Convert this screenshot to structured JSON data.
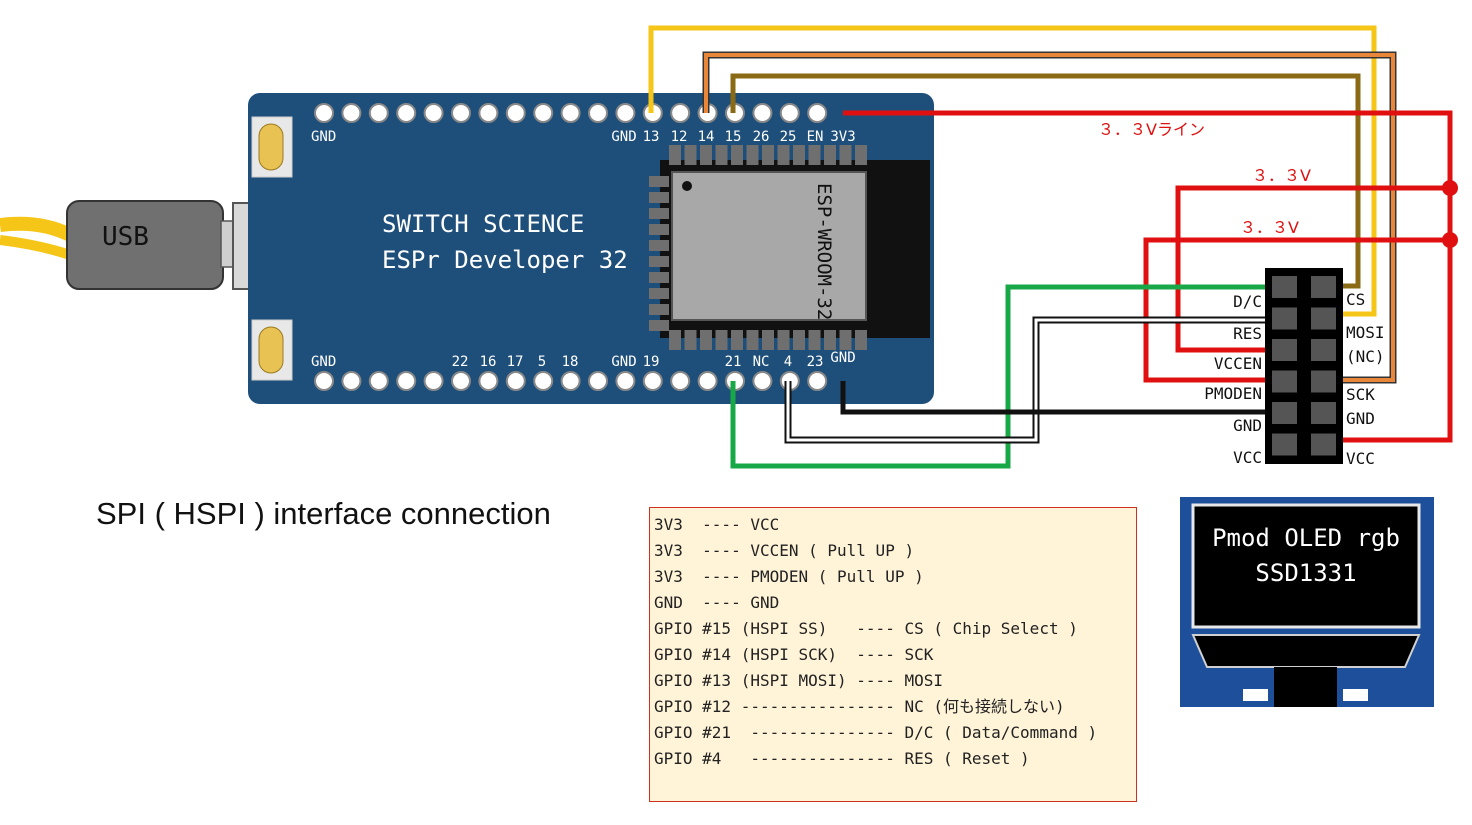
{
  "usb": {
    "label": "USB"
  },
  "board": {
    "brand_line1": "SWITCH SCIENCE",
    "brand_line2": "ESPr Developer 32",
    "module_label": "ESP-WROOM-32",
    "color": "#1e4f7a",
    "top_left_gnd": "GND",
    "bottom_left_gnd": "GND",
    "top_pins": [
      "GND",
      "13",
      "12",
      "14",
      "15",
      "26",
      "25",
      "EN",
      "3V3"
    ],
    "bottom_pins": [
      "22",
      "16",
      "17",
      "5",
      "18",
      "GND",
      "19",
      "21",
      "NC",
      "4",
      "23",
      "GND"
    ]
  },
  "pmod": {
    "left_labels": [
      "D/C",
      "RES",
      "VCCEN",
      "PMODEN",
      "GND",
      "VCC"
    ],
    "right_labels": [
      "CS",
      "MOSI",
      "(NC)",
      "SCK",
      "GND",
      "VCC"
    ]
  },
  "wire_notes": {
    "line_3v3": "３．３Vライン",
    "vccen_3v3": "３．３V",
    "pmoden_3v3": "３．３V"
  },
  "wire_colors": {
    "gpio13": "#f5c518",
    "gpio14": "#e8873a",
    "gpio15": "#8a6a14",
    "power": "#e01010",
    "dc": "#18a848",
    "gnd": "#111111"
  },
  "caption": "SPI ( HSPI ) interface connection",
  "connection_lines": [
    "3V3  ---- VCC",
    "3V3  ---- VCCEN ( Pull UP )",
    "3V3  ---- PMODEN ( Pull UP )",
    "GND  ---- GND",
    "GPIO #15 (HSPI SS)   ---- CS ( Chip Select )",
    "GPIO #14 (HSPI SCK)  ---- SCK",
    "GPIO #13 (HSPI MOSI) ---- MOSI",
    "GPIO #12 ---------------- NC (何も接続しない)",
    "GPIO #21  --------------- D/C ( Data/Command )",
    "GPIO #4   --------------- RES ( Reset )"
  ],
  "oled": {
    "line1": "Pmod OLED rgb",
    "line2": "SSD1331",
    "frame_color": "#1e4f9a"
  }
}
